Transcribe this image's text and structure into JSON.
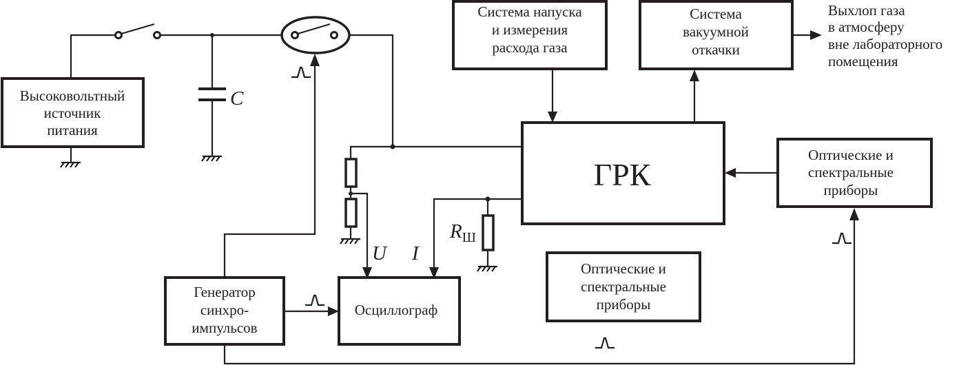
{
  "diagram": {
    "type": "block-diagram",
    "language": "ru",
    "blocks": {
      "hv_source": {
        "lines": [
          "Высоковольтный",
          "источник",
          "питания"
        ]
      },
      "gas_inlet": {
        "lines": [
          "Система напуска",
          "и измерения",
          "расхода газа"
        ]
      },
      "vacuum": {
        "lines": [
          "Система",
          "вакуумной",
          "откачки"
        ]
      },
      "exhaust_note": {
        "lines": [
          "Выхлоп газа",
          "в атмосферу",
          "вне лабораторного",
          "помещения"
        ]
      },
      "grk": {
        "label": "ГРК"
      },
      "optical_right": {
        "lines": [
          "Оптические и",
          "спектральные",
          "приборы"
        ]
      },
      "optical_middle": {
        "lines": [
          "Оптические и",
          "спектральные",
          "приборы"
        ]
      },
      "generator": {
        "lines": [
          "Генератор",
          "синхро-",
          "импульсов"
        ]
      },
      "oscilloscope": {
        "label": "Осциллограф"
      }
    },
    "component_labels": {
      "capacitor": "C",
      "voltage_signal": "U",
      "current_signal": "I",
      "shunt_resistor": "R",
      "shunt_resistor_subscript": "Ш"
    },
    "connections": [
      {
        "from": "hv_source",
        "to": "switch",
        "kind": "wire"
      },
      {
        "from": "switch",
        "to": "capacitor",
        "kind": "wire"
      },
      {
        "from": "capacitor",
        "to": "spark_switch",
        "kind": "wire"
      },
      {
        "from": "spark_switch",
        "to": "grk",
        "kind": "wire"
      },
      {
        "from": "gas_inlet",
        "to": "grk",
        "kind": "arrow"
      },
      {
        "from": "grk",
        "to": "vacuum",
        "kind": "arrow"
      },
      {
        "from": "vacuum",
        "to": "exhaust_note",
        "kind": "arrow"
      },
      {
        "from": "optical_right",
        "to": "grk",
        "kind": "arrow"
      },
      {
        "from": "voltage_divider",
        "to": "oscilloscope",
        "kind": "arrow",
        "label": "U"
      },
      {
        "from": "shunt_resistor",
        "to": "oscilloscope",
        "kind": "arrow",
        "label": "I"
      },
      {
        "from": "generator",
        "to": "oscilloscope",
        "kind": "arrow",
        "signal": "pulse"
      },
      {
        "from": "generator",
        "to": "spark_switch",
        "kind": "arrow",
        "signal": "pulse"
      },
      {
        "from": "generator",
        "to": "optical_right",
        "kind": "arrow",
        "signal": "pulse"
      }
    ],
    "icons": [
      "switch-icon",
      "capacitor-icon",
      "spark-gap-switch-icon",
      "resistor-icon",
      "ground-icon",
      "pulse-icon"
    ]
  }
}
